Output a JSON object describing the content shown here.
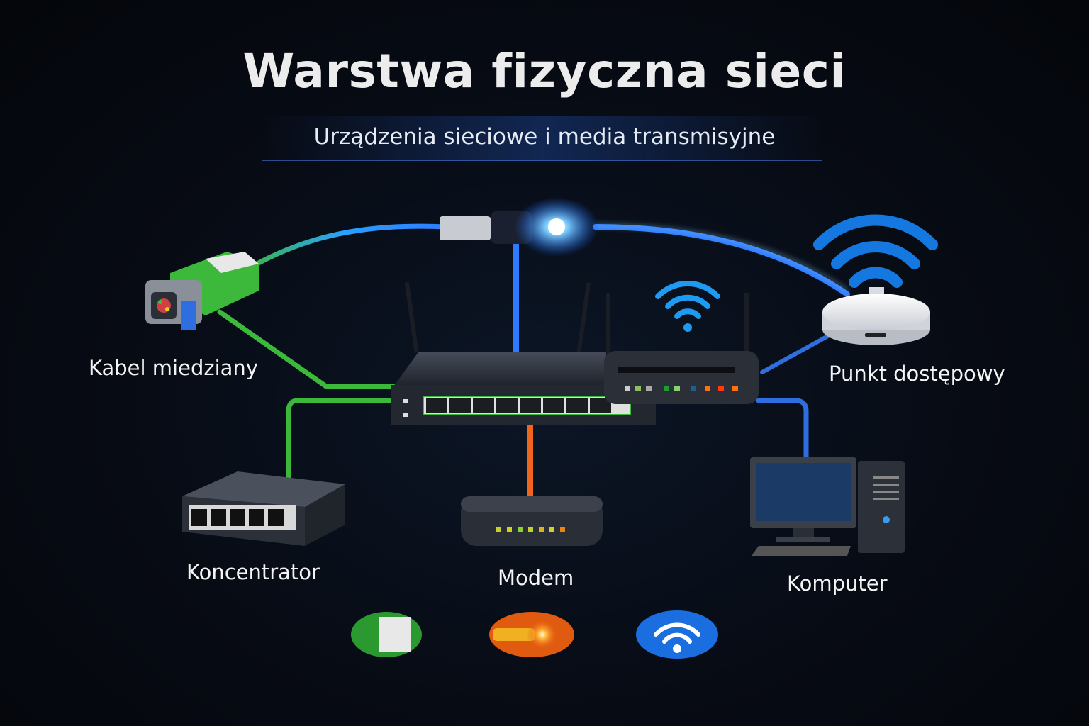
{
  "header": {
    "title": "Warstwa fizyczna sieci",
    "subtitle": "Urządzenia sieciowe i media transmisyjne"
  },
  "devices": {
    "copper_cable": "Kabel miedziany",
    "access_point": "Punkt dostępowy",
    "hub": "Koncentrator",
    "modem": "Modem",
    "computer": "Komputer"
  },
  "colors": {
    "copper": "#3cb83a",
    "fiber": "#2e7bff",
    "coax": "#f0651e",
    "background": "#05080f"
  }
}
